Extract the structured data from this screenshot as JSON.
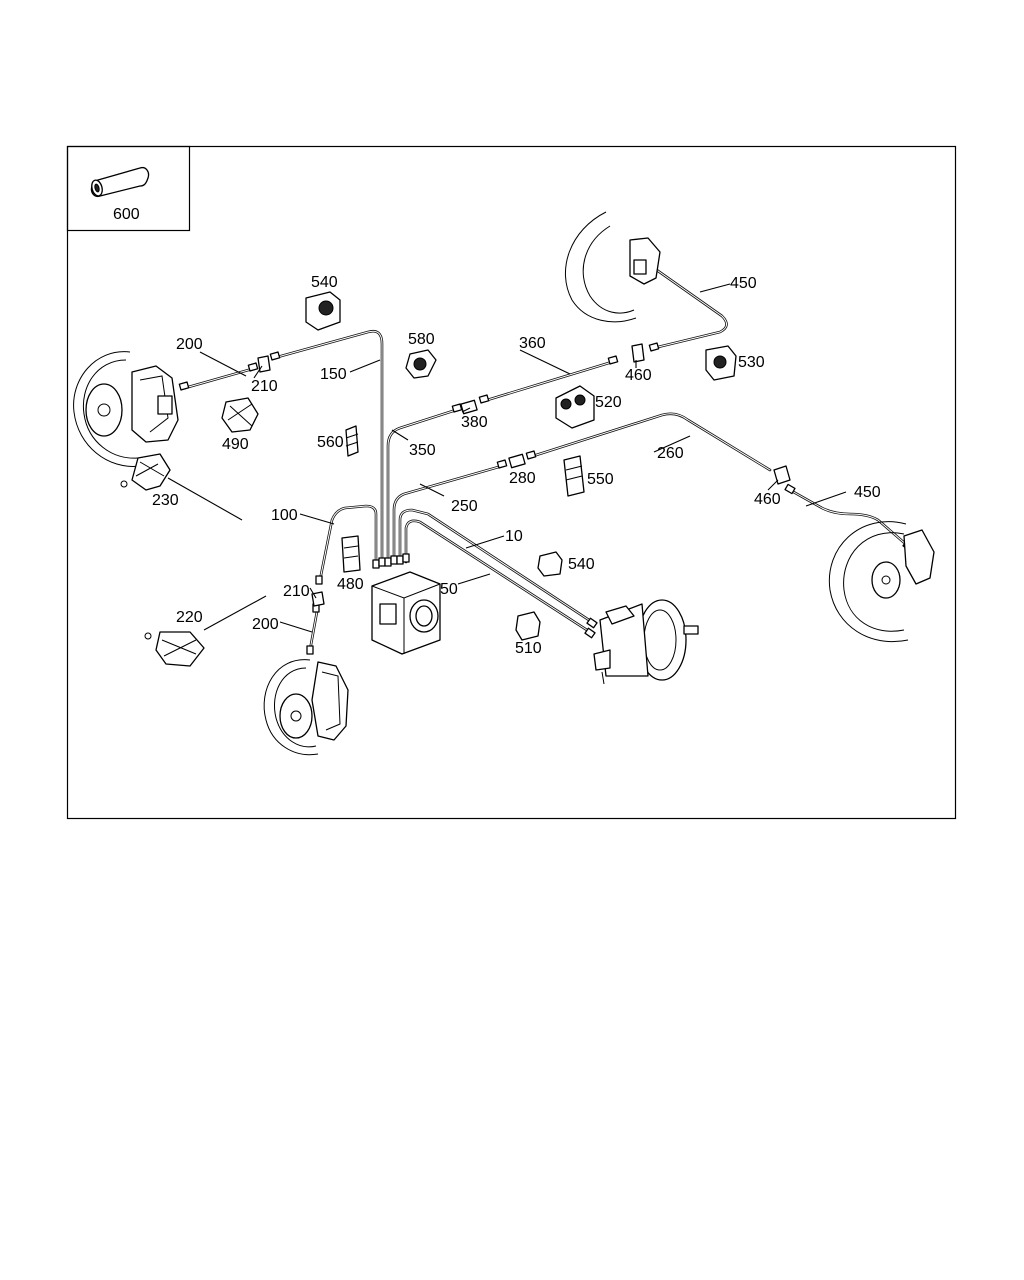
{
  "callouts": {
    "c600": "600",
    "c540a": "540",
    "c580": "580",
    "c360": "360",
    "c450a": "450",
    "c200a": "200",
    "c210a": "210",
    "c150": "150",
    "c460a": "460",
    "c530": "530",
    "c490": "490",
    "c380": "380",
    "c520": "520",
    "c560": "560",
    "c350": "350",
    "c260": "260",
    "c280": "280",
    "c550": "550",
    "c230": "230",
    "c460b": "460",
    "c450b": "450",
    "c250": "250",
    "c100": "100",
    "c10": "10",
    "c480": "480",
    "c540b": "540",
    "c210b": "210",
    "c50": "50",
    "c220": "220",
    "c200b": "200",
    "c510": "510"
  }
}
